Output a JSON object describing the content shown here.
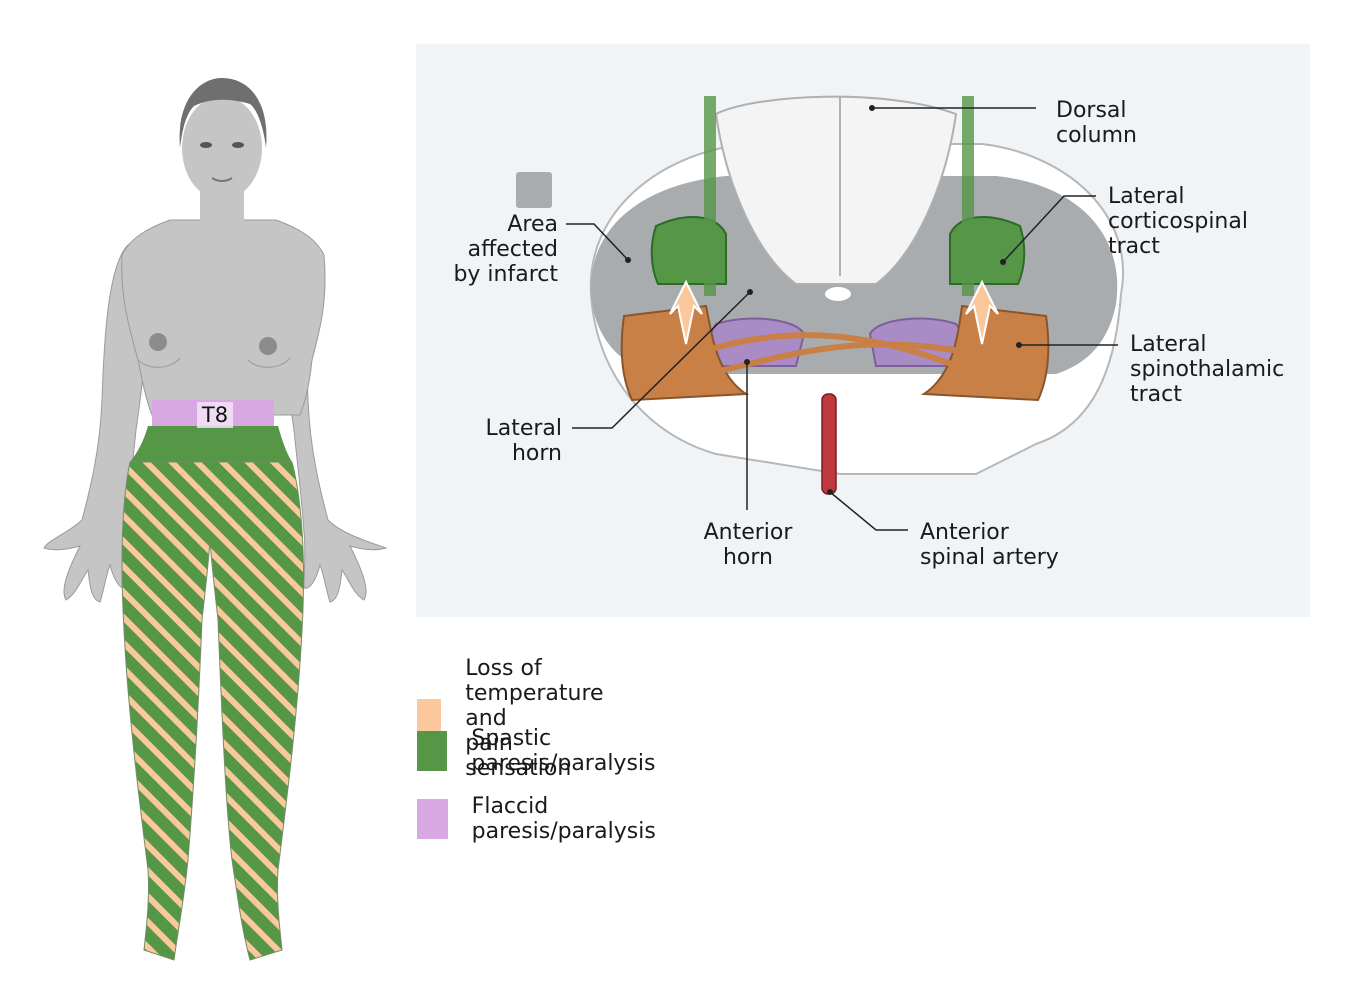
{
  "body_figure": {
    "level_label": "T8"
  },
  "cord_labels": {
    "dorsal_column": "Dorsal\ncolumn",
    "lateral_corticospinal": "Lateral\ncorticospinal\ntract",
    "lateral_spinothalamic": "Lateral\nspinothalamic\ntract",
    "area_affected": "Area\naffected\nby infarct",
    "lateral_horn": "Lateral\nhorn",
    "anterior_horn": "Anterior\nhorn",
    "anterior_spinal_artery": "Anterior\nspinal artery"
  },
  "legend": [
    {
      "label": "Loss of temperature and\npain sensation",
      "color": "#fac89c"
    },
    {
      "label": "Spastic paresis/paralysis",
      "color": "#559647"
    },
    {
      "label": "Flaccid paresis/paralysis",
      "color": "#d7a8e2"
    }
  ],
  "colors": {
    "skin": "#c5c5c5",
    "hair": "#6f6f6f",
    "spastic": "#559647",
    "sensory": "#fac89c",
    "flaccid": "#d7a8e2",
    "spinothalamic": "#c98047",
    "artery": "#c0393f",
    "panel": "#f0f4f7"
  }
}
